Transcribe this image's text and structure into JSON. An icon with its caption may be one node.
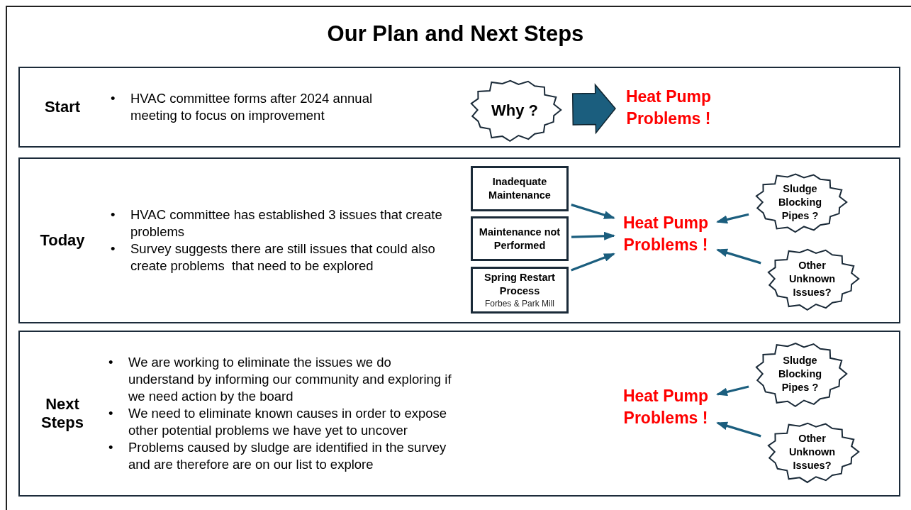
{
  "diagram": {
    "title": "Our Plan and Next Steps",
    "nodes": [
      {
        "text": [
          "Start",
          "•\tHVAC committee forms after 2024 annual meeting to focus on improvement"
        ]
      },
      {
        "text": [
          "Why ?"
        ],
        "in": 0
      },
      {
        "text": [
          "Heat Pump Problems !"
        ],
        "in": 0
      },
      {
        "text": [
          "Today",
          "•\tHVAC committee has established 3 issues that create problems",
          "•\tSurvey suggests there are still issues that could also create problems  that need to be explored"
        ]
      },
      {
        "text": [
          "Inadequate Maintenance"
        ],
        "in": 3
      },
      {
        "text": [
          "Maintenance not Performed"
        ],
        "in": 3
      },
      {
        "text": [
          "Spring Restart Process",
          "Forbes & Park Mill"
        ],
        "in": 3
      },
      {
        "text": [
          "Heat Pump Problems !"
        ],
        "in": 3
      },
      {
        "text": [
          "Sludge Blocking Pipes ?"
        ],
        "in": 3
      },
      {
        "text": [
          "Other Unknown Issues?"
        ],
        "in": 3
      },
      {
        "text": [
          "Next Steps",
          "•\tWe are working to eliminate the issues we do understand by informing our community and exploring if we need action by the board",
          "•\tWe need to eliminate known causes in order to expose other potential problems we have yet to uncover",
          "•\tProblems caused by sludge are identified in the survey and are therefore are on our list to explore"
        ]
      },
      {
        "text": [
          "Heat Pump Problems !"
        ],
        "in": 10
      },
      {
        "text": [
          "Sludge Blocking Pipes ?"
        ],
        "in": 10
      },
      {
        "text": [
          "Other Unknown Issues?"
        ],
        "in": 10
      }
    ],
    "edges": [
      {
        "from": 1,
        "to": 2,
        "arrow": "to",
        "style": "thick"
      },
      {
        "from": 4,
        "to": 7,
        "arrow": "to"
      },
      {
        "from": 5,
        "to": 7,
        "arrow": "to"
      },
      {
        "from": 6,
        "to": 7,
        "arrow": "to"
      },
      {
        "from": 8,
        "to": 7,
        "arrow": "to"
      },
      {
        "from": 9,
        "to": 7,
        "arrow": "to"
      },
      {
        "from": 12,
        "to": 11,
        "arrow": "to"
      },
      {
        "from": 13,
        "to": 11,
        "arrow": "to"
      }
    ]
  }
}
